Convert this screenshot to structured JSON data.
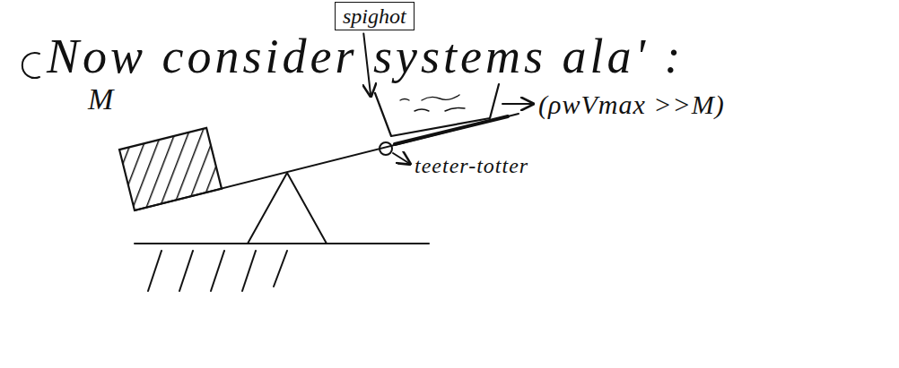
{
  "diagram": {
    "nodes": [
      {
        "text": [
          "spighot"
        ]
      },
      {
        "text": [
          "M"
        ]
      }
    ],
    "labels": [
      "Now consider systems ala' :",
      "(ρwVmax >>M)",
      "teeter-totter"
    ]
  }
}
